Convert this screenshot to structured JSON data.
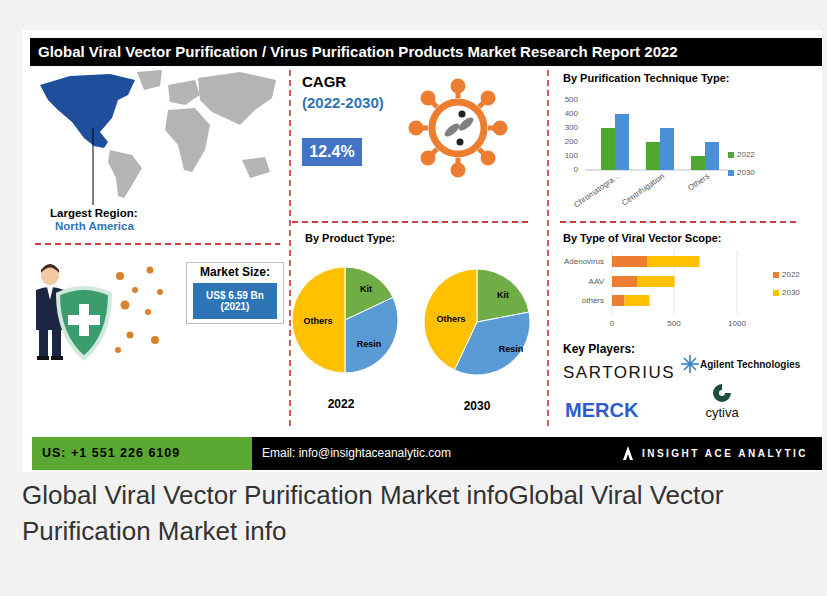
{
  "diagram": {
    "title": "Global Viral Vector Purification / Virus Purification Products Market Research Report 2022",
    "caption": "Global Viral Vector Purification Market infoGlobal Viral Vector Purification Market info",
    "nodes": [
      {
        "text": [
          "12.4%"
        ]
      },
      {
        "text": [
          "Market Size:"
        ]
      },
      {
        "text": [
          "US$ 6.59 Bn (2021)"
        ],
        "in": 1
      },
      {
        "text": [
          "US: +1 551 226 6109"
        ]
      },
      {
        "text": [
          "Email: info@insightaceanalytic.com",
          "INSIGHT ACE ANALYTIC"
        ]
      }
    ],
    "labels": [
      "Largest Region:",
      "North America",
      "CAGR",
      "(2022-2030)",
      "By Purification Technique Type:",
      "500",
      "400",
      "300",
      "200",
      "100",
      "0",
      "Chromatogra...",
      "Centrifugation",
      "Others",
      "By Product Type:",
      "Others",
      "Kit",
      "Resin",
      "Others",
      "Kit",
      "Resin",
      "2022",
      "2030",
      "By Type of Viral Vector Scope:",
      "Adenovirus",
      "AAV",
      "others",
      "0",
      "500",
      "1000",
      "Key Players:",
      "SARTORIUS",
      "Agilent Technologies",
      "MERCK",
      "cytiva"
    ],
    "legend": [
      {
        "text": "2022",
        "color": "#4ea72e"
      },
      {
        "text": "2030",
        "color": "#4a90d9"
      },
      {
        "text": "2022",
        "color": "#ed7d31"
      },
      {
        "text": "2030",
        "color": "#ffc000"
      }
    ]
  }
}
